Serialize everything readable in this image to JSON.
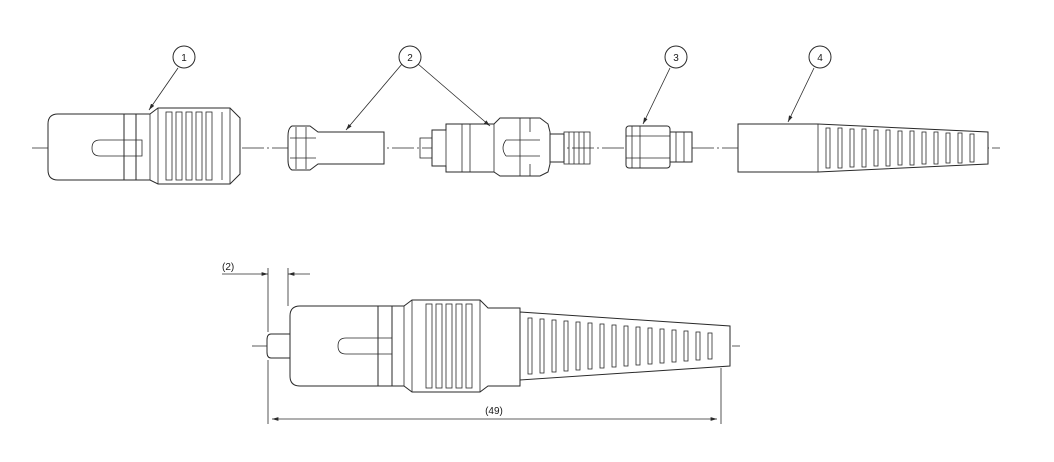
{
  "balloons": [
    {
      "id": "1",
      "label": "1"
    },
    {
      "id": "2",
      "label": "2"
    },
    {
      "id": "3",
      "label": "3"
    },
    {
      "id": "4",
      "label": "4"
    }
  ],
  "dimensions": {
    "ferrule_protrusion": "(2)",
    "overall_length": "(49)"
  },
  "colors": {
    "line": "#2a2a2a",
    "background": "#ffffff"
  }
}
